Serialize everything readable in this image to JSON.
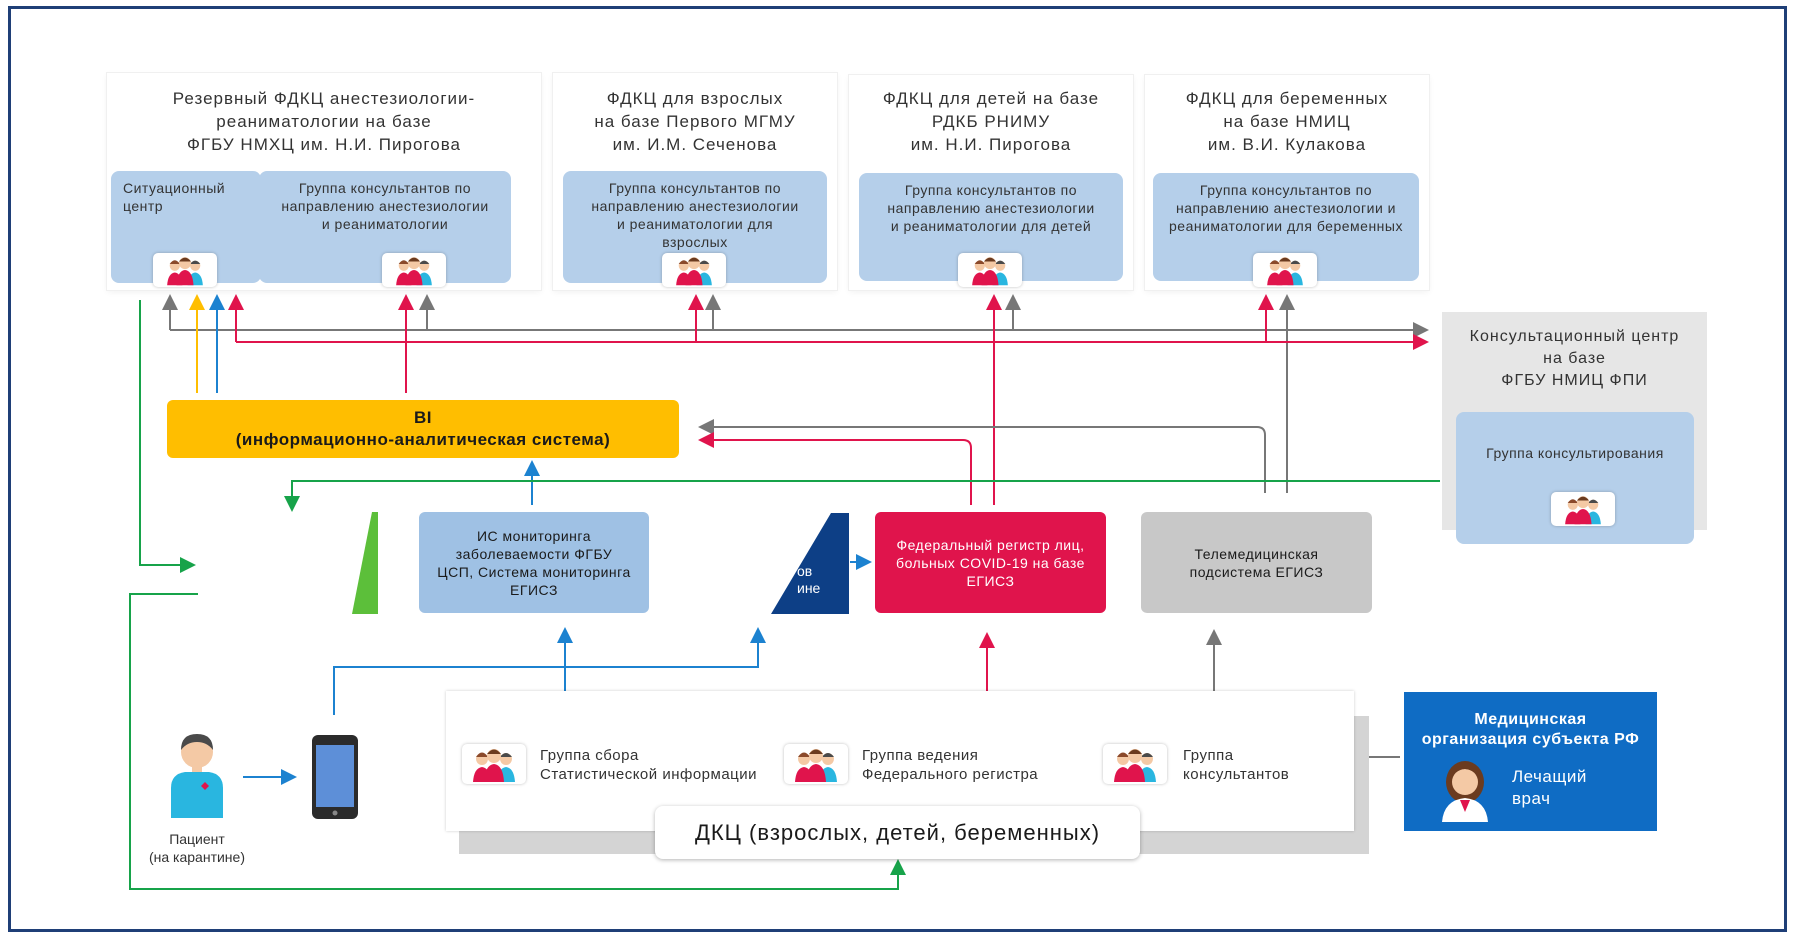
{
  "fdkc": [
    {
      "title": "Резервный ФДКЦ анестезиологии-\nреаниматологии на базе\nФГБУ НМХЦ им. Н.И. Пирогова",
      "sub1": "Ситуационный\nцентр",
      "sub2": "Группа консультантов по\nнаправлению анестезиологии\nи реаниматологии"
    },
    {
      "title": "ФДКЦ для взрослых\nна базе Первого МГМУ\nим. И.М. Сеченова",
      "sub": "Группа консультантов по\nнаправлению анестезиологии\nи реаниматологии для\nвзрослых"
    },
    {
      "title": "ФДКЦ для детей на базе\nРДКБ РНИМУ\nим. Н.И. Пирогова",
      "sub": "Группа консультантов по\nнаправлению анестезиологии\nи реаниматологии для детей"
    },
    {
      "title": "ФДКЦ для беременных\nна базе НМИЦ\nим. В.И. Кулакова",
      "sub": "Группа консультантов по\nнаправлению анестезиологии и\nреаниматологии для беременных"
    }
  ],
  "consult_center": {
    "title": "Консультационный центр\nна базе\nФГБУ НМИЦ ФПИ",
    "group": "Группа консультирования"
  },
  "bi": "BI\n(информационно-аналитическая система)",
  "is_monitoring": "ИС мониторинга\nзаболеваемости ФГБУ\nЦСП, Система мониторинга\nЕГИСЗ",
  "dark_shape_text": "ов\nине",
  "registry": "Федеральный регистр лиц,\nбольных COVID-19 на базе\nЕГИСЗ",
  "telemed": "Телемедицинская\nподсистема ЕГИСЗ",
  "dkc": {
    "groups": [
      "Группа сбора\nСтатистической информации",
      "Группа ведения\nФедерального регистра",
      "Группа\nконсультантов"
    ],
    "label": "ДКЦ (взрослых, детей, беременных)"
  },
  "med_org": {
    "title": "Медицинская\nорганизация субъекта РФ",
    "doctor": "Лечащий\nврач"
  },
  "patient": "Пациент\n(на карантине)",
  "colors": {
    "frame": "#1f3f77",
    "light_blue": "#b5cfea",
    "bi_yellow": "#ffbe00",
    "registry_red": "#e0144c",
    "telemed_gray": "#c8c8c8",
    "med_org_blue": "#0f6cc4",
    "arrow_red": "#e0144c",
    "arrow_gray": "#777777",
    "arrow_blue": "#1c82d0",
    "arrow_green": "#17a34a",
    "arrow_yellow": "#ffbe00",
    "dark_navy": "#0d3f86",
    "green_shape": "#5cbf3a"
  },
  "icons": [
    "people-group-icon",
    "patient-icon",
    "smartphone-icon",
    "doctor-icon"
  ]
}
